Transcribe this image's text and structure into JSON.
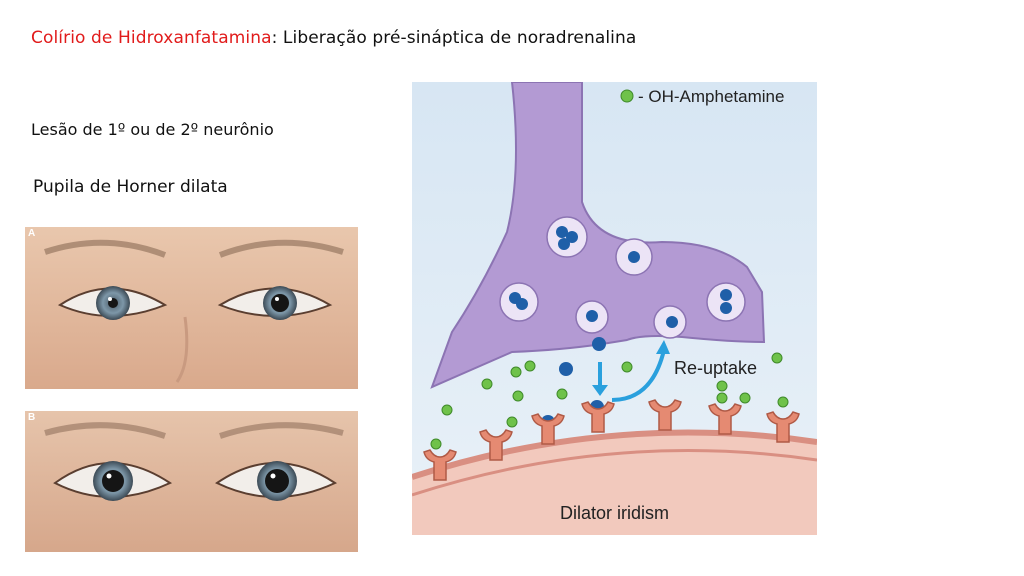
{
  "title": {
    "highlight": "Colírio de Hidroxanfatamina",
    "rest": ": Liberação pré-sináptica de noradrenalina",
    "highlight_color": "#e11b1b"
  },
  "text": {
    "lesion": "Lesão de 1º ou de 2º neurônio",
    "dilates": "Pupila de Horner dilata"
  },
  "photos": [
    {
      "tag": "A"
    },
    {
      "tag": "B"
    }
  ],
  "diagram": {
    "legend": "- OH-Amphetamine",
    "reuptake": "Re-uptake",
    "dilator": "Dilator iridism",
    "colors": {
      "neuron": "#b39ad3",
      "background": "#cfe0f0",
      "drug": "#6fc24a",
      "vesicle_dot": "#1f5fa8",
      "receptor": "#e58a72",
      "membrane": "#d98f82",
      "arrow": "#2aa0dd"
    }
  }
}
